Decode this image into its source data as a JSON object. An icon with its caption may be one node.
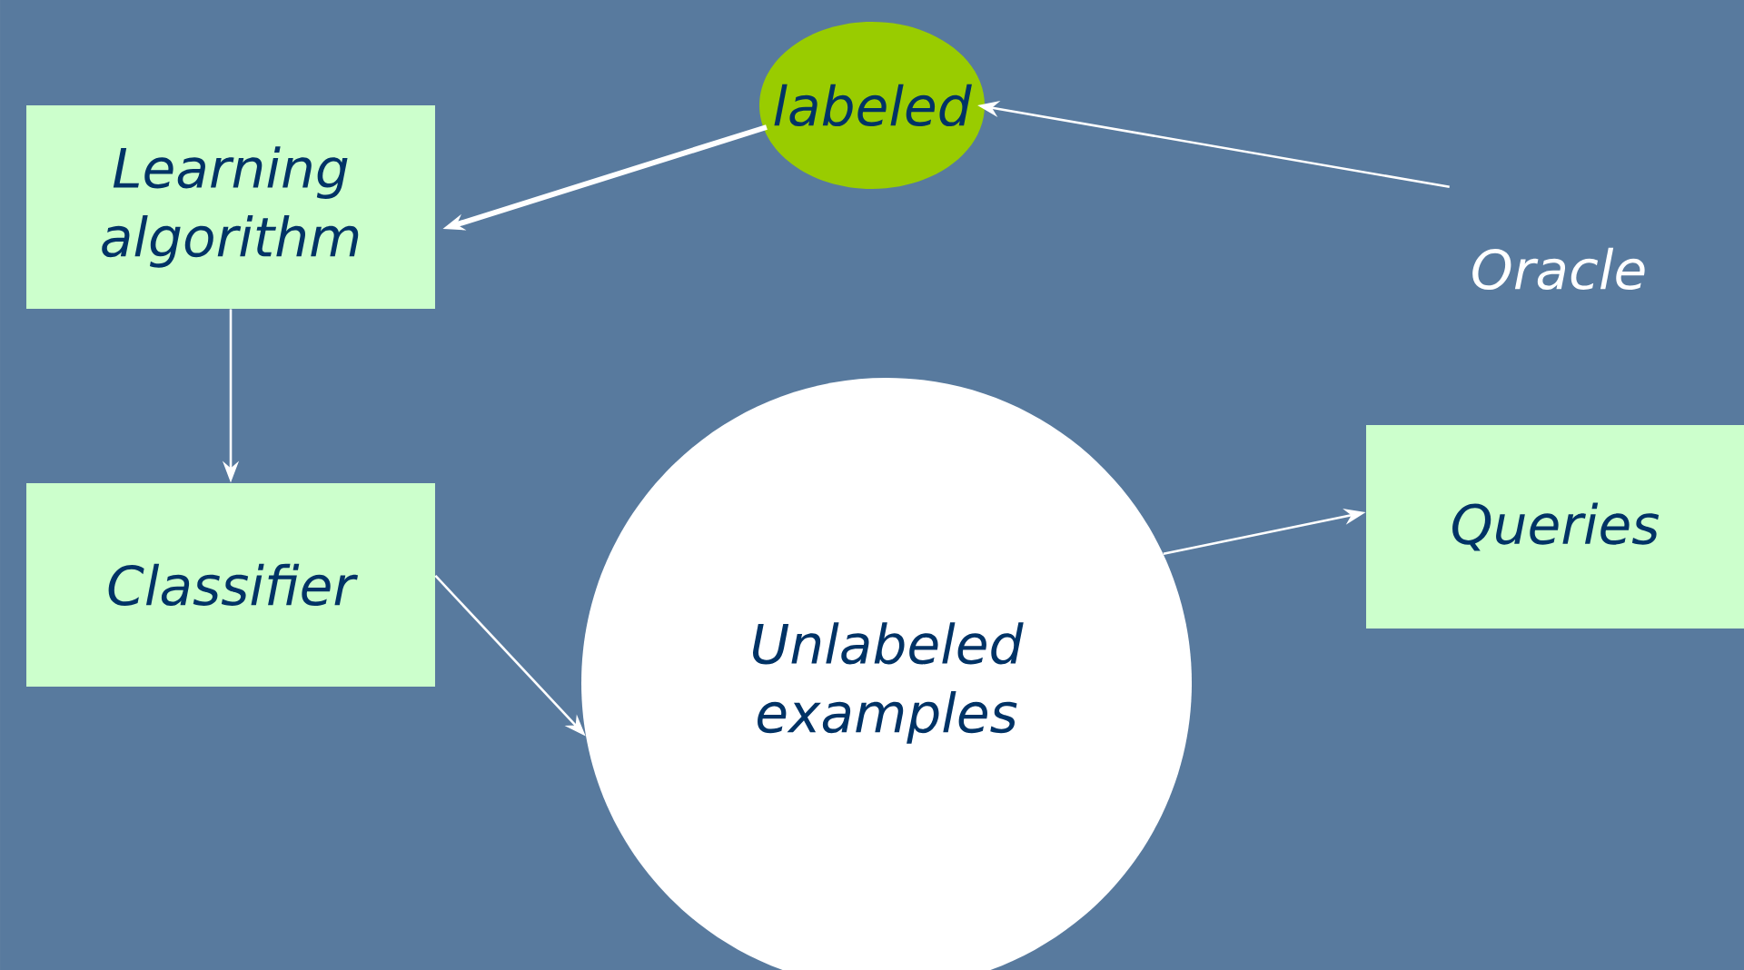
{
  "diagram": {
    "nodes": [
      {
        "text": [
          "Learning algorithm"
        ]
      },
      {
        "text": [
          "labeled"
        ]
      },
      {
        "text": [
          "Oracle"
        ]
      },
      {
        "text": [
          "Classifier"
        ]
      },
      {
        "text": [
          "Unlabeled examples"
        ]
      },
      {
        "text": [
          "Queries"
        ]
      }
    ],
    "edges": [
      {
        "from": 1,
        "to": 0,
        "arrow": "to",
        "style": "thick"
      },
      {
        "from": 2,
        "to": 1,
        "arrow": "to"
      },
      {
        "from": 0,
        "to": 3,
        "arrow": "to"
      },
      {
        "from": 3,
        "to": 4,
        "arrow": "to"
      },
      {
        "from": 4,
        "to": 5,
        "arrow": "to"
      }
    ]
  }
}
